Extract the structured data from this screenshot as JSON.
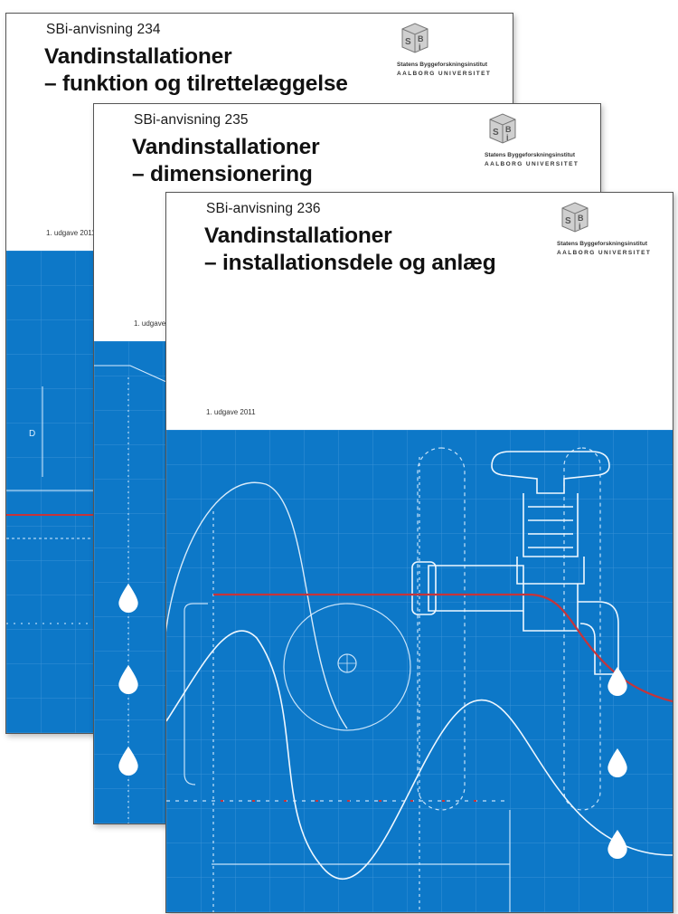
{
  "colors": {
    "cover_blue": "#0d78c8",
    "grid_line": "#5aa6e2",
    "drawing_line": "#dbeeff",
    "pipe_red": "#c6343a"
  },
  "icons": {
    "publisher_logo": "sbi-cube-logo",
    "drop": "water-drop-icon"
  },
  "publisher": {
    "name": "Statens Byggeforskningsinstitut",
    "university": "AALBORG UNIVERSITET"
  },
  "covers": [
    {
      "series": "SBi-anvisning 234",
      "title_line1": "Vandinstallationer",
      "title_line2": "– funktion og tilrettelæggelse",
      "edition": "1. udgave 2011"
    },
    {
      "series": "SBi-anvisning 235",
      "title_line1": "Vandinstallationer",
      "title_line2": "– dimensionering",
      "edition": "1. udgave"
    },
    {
      "series": "SBi-anvisning 236",
      "title_line1": "Vandinstallationer",
      "title_line2": "– installationsdele og anlæg",
      "edition": "1. udgave 2011"
    }
  ]
}
